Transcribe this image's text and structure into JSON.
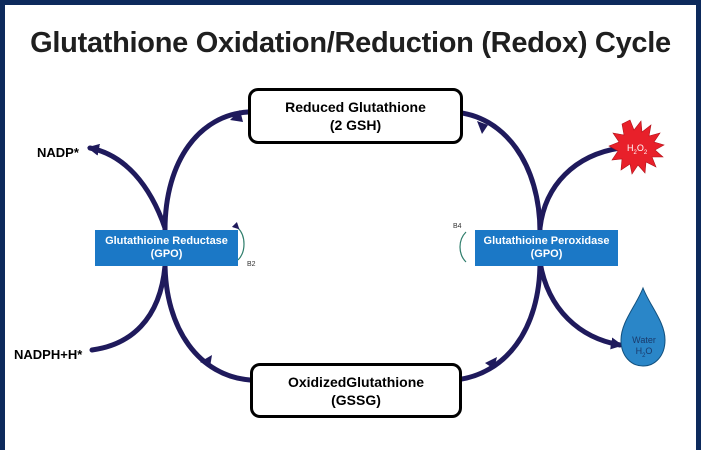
{
  "title": "Glutathione Oxidation/Reduction (Redox) Cycle",
  "reduced": {
    "line1": "Reduced Glutathione",
    "line2": "(2 GSH)"
  },
  "oxidized": {
    "line1": "OxidizedGlutathione",
    "line2": "(GSSG)"
  },
  "reductase": {
    "line1": "Glutathioine Reductase",
    "line2": "(GPO)",
    "cofactor": "B2"
  },
  "peroxidase": {
    "line1": "Glutathioine Peroxidase",
    "line2": "(GPO)",
    "cofactor": "B4"
  },
  "nadp": "NADP*",
  "nadph": "NADPH+H*",
  "h2o2": {
    "base": "H",
    "sub1": "2",
    "mid": "O",
    "sub2": "2"
  },
  "water": {
    "line1": "Water",
    "base": "H",
    "sub": "2",
    "tail": "O"
  },
  "colors": {
    "arrow": "#1f1a5c",
    "enzyme": "#1b78c6",
    "frame": "#0d2a5c",
    "starburst": "#e8202a",
    "drop": "#2a86c8",
    "cofactor_arc": "#2e7d6b"
  }
}
